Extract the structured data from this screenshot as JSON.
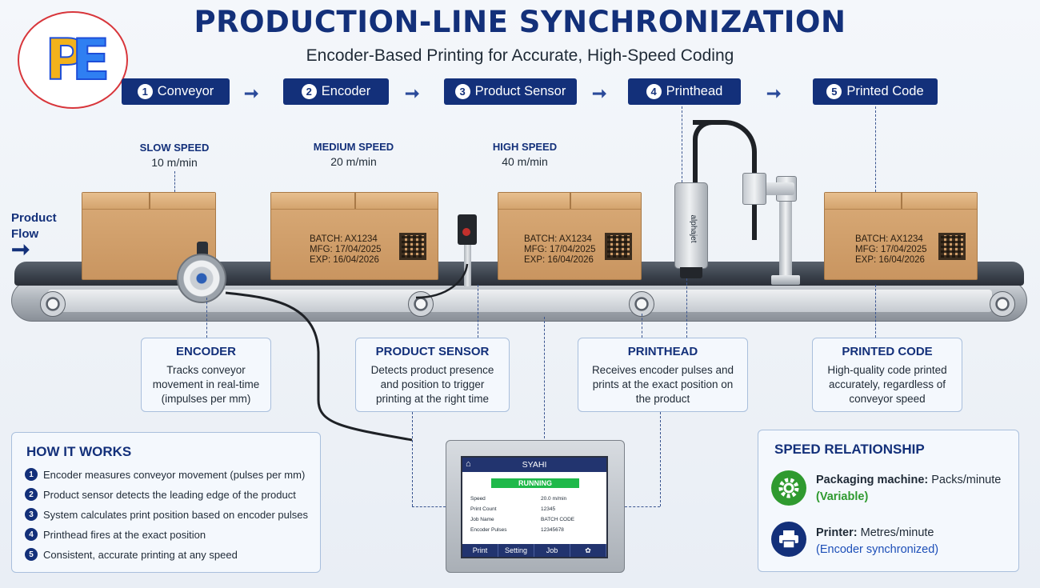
{
  "title": "PRODUCTION-LINE SYNCHRONIZATION",
  "subtitle": "Encoder-Based Printing for Accurate, High-Speed Coding",
  "logo": {
    "letters": "PE",
    "p": "P",
    "e": "E"
  },
  "steps": [
    {
      "num": "1",
      "label": "Conveyor"
    },
    {
      "num": "2",
      "label": "Encoder"
    },
    {
      "num": "3",
      "label": "Product Sensor"
    },
    {
      "num": "4",
      "label": "Printhead"
    },
    {
      "num": "5",
      "label": "Printed Code"
    }
  ],
  "speeds": [
    {
      "title": "SLOW SPEED",
      "value": "10 m/min"
    },
    {
      "title": "MEDIUM SPEED",
      "value": "20 m/min"
    },
    {
      "title": "HIGH SPEED",
      "value": "40 m/min"
    }
  ],
  "product_flow": {
    "line1": "Product",
    "line2": "Flow"
  },
  "box_code": {
    "batch": "BATCH: AX1234",
    "mfg": "MFG: 17/04/2025",
    "exp": "EXP: 16/04/2026"
  },
  "printhead_brand": "alphajet",
  "info_boxes": {
    "encoder": {
      "title": "ENCODER",
      "text": "Tracks conveyor movement in real-time (impulses per mm)"
    },
    "sensor": {
      "title": "PRODUCT SENSOR",
      "text": "Detects product presence and position to trigger printing at the right time"
    },
    "printhead": {
      "title": "PRINTHEAD",
      "text": "Receives encoder pulses and prints at the exact position on the product"
    },
    "printed": {
      "title": "PRINTED CODE",
      "text": "High-quality code printed accurately, regardless of conveyor speed"
    }
  },
  "how_it_works": {
    "title": "HOW IT WORKS",
    "items": [
      {
        "num": "1",
        "text": "Encoder measures conveyor movement (pulses per mm)"
      },
      {
        "num": "2",
        "text": "Product sensor detects the leading edge of the product"
      },
      {
        "num": "3",
        "text": "System calculates print position based on encoder pulses"
      },
      {
        "num": "4",
        "text": "Printhead fires at the exact position"
      },
      {
        "num": "5",
        "text": "Consistent, accurate printing at any speed"
      }
    ]
  },
  "hmi": {
    "title": "SYAHI",
    "status": "RUNNING",
    "rows": [
      {
        "label": "Speed",
        "value": "20.0 m/min"
      },
      {
        "label": "Print Count",
        "value": "12345"
      },
      {
        "label": "Job Name",
        "value": "BATCH CODE"
      },
      {
        "label": "Encoder Pulses",
        "value": "12345678"
      }
    ],
    "buttons": [
      "Print",
      "Setting",
      "Job"
    ],
    "gear_glyph": "✿"
  },
  "speed_relationship": {
    "title": "SPEED RELATIONSHIP",
    "packaging_label": "Packaging machine:",
    "packaging_value": "Packs/minute",
    "packaging_note": "(Variable)",
    "printer_label": "Printer:",
    "printer_value": "Metres/minute",
    "printer_note": "(Encoder synchronized)"
  },
  "colors": {
    "navy": "#13307a",
    "green": "#2f9a2f",
    "blue": "#1d4fb8",
    "running": "#1fb94a"
  }
}
